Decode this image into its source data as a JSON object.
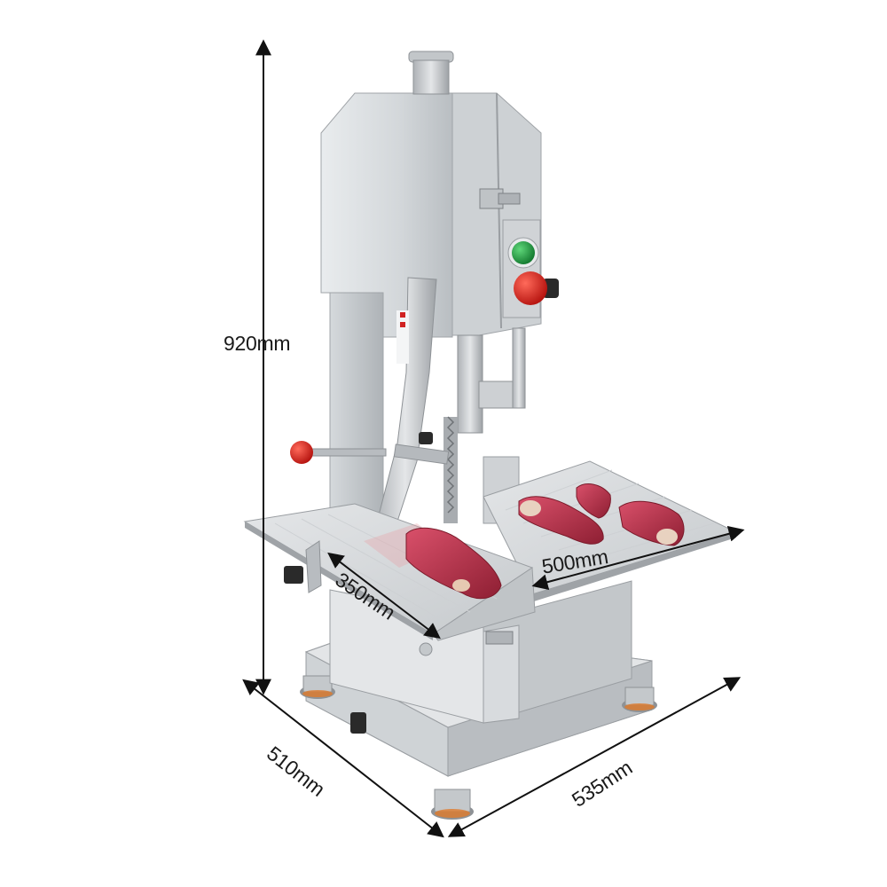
{
  "product": {
    "name": "meat-band-saw-machine",
    "controls": [
      "start-button",
      "stop-button"
    ],
    "colors": {
      "body": "#d8dbde",
      "start_button": "#2aa84a",
      "stop_button": "#d8201e",
      "meat": "#b5314a",
      "feet_accent": "#e07a2a"
    }
  },
  "dimensions": {
    "height": "920mm",
    "table_depth": "350mm",
    "table_width": "500mm",
    "base_depth": "510mm",
    "base_width": "535mm"
  }
}
